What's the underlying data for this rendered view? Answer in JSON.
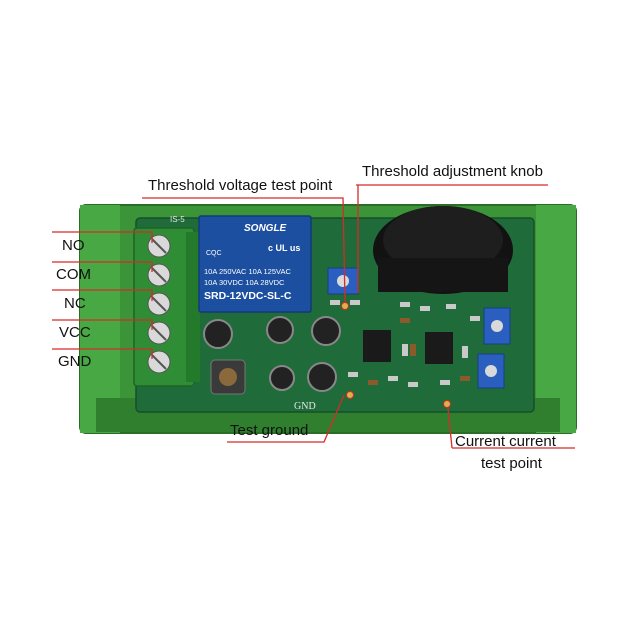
{
  "terminals": [
    "NO",
    "COM",
    "NC",
    "VCC",
    "GND"
  ],
  "callouts": {
    "threshold_voltage": "Threshold voltage test point",
    "threshold_knob": "Threshold adjustment knob",
    "test_ground": "Test ground",
    "current_test_line1": "Current current",
    "current_test_line2": "test point"
  },
  "relay": {
    "brand": "SONGLE",
    "line1": "10A 250VAC  10A 125VAC",
    "line2": "10A  30VDC  10A  28VDC",
    "model": "SRD-12VDC-SL-C",
    "cert_mark": "c UL us",
    "cqc_mark": "CQC"
  },
  "silkscreen": {
    "gnd": "GND",
    "board_id": "IS-5"
  },
  "colors": {
    "pcb": "#1f6b3a",
    "rail": "#3f9a3a",
    "relay": "#1d4fa0",
    "leader": "#d42b2b",
    "coil": "#121212"
  }
}
